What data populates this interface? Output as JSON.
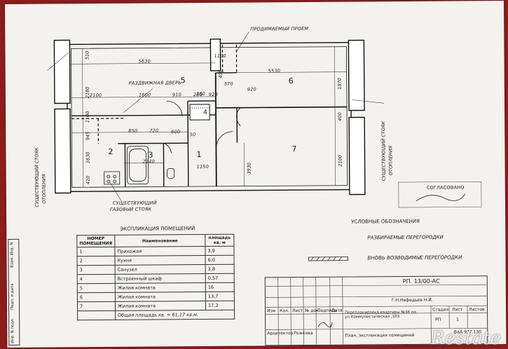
{
  "plan": {
    "label_passage": "ПРОДИМАЕМЫЙ ПРОЕМ",
    "label_sliding_door": "РАЗДВИЖНАЯ ДВЕРЬ",
    "label_riser_left": "СУЩЕСТВУЮЩИЙ СТОЯК",
    "label_riser_left_sub": "ОТОПЛЕНИЯ",
    "label_riser_right": "СУЩЕСТВУЮЩИЙ СТОЯК",
    "label_riser_right_sub": "ОТОПЛЕНИЯ",
    "label_gas": "СУЩЕСТВУЮЩИЙ",
    "label_gas_sub": "ГАЗОВЫЙ СТОЯК",
    "stamp_text": "СОГЛАСОВАНО",
    "dims_top": [
      "5630",
      "1100",
      "5530"
    ],
    "dims_mid": [
      "2100",
      "1600",
      "910",
      "250",
      "920",
      "570",
      "920"
    ],
    "dims_small": [
      "2240",
      "850",
      "720",
      "600",
      "150",
      "260",
      "1150"
    ],
    "dims_vertical": [
      "510",
      "2180",
      "1100",
      "945",
      "1630",
      "2100",
      "3930",
      "1870",
      "410",
      "400",
      "400"
    ],
    "rooms": [
      "1",
      "2",
      "3",
      "4",
      "5",
      "6",
      "7"
    ]
  },
  "legend": {
    "title": "УСЛОВНЫЕ ОБОЗНАЧЕНИЯ",
    "item_removed": "РАЗБИРАЕМЫЕ ПЕРЕГОРОДКИ",
    "item_new": "ВНОВЬ ВОЗВОДИМЫЕ ПЕРЕГОРОДКИ"
  },
  "explication": {
    "title": "ЭКСПЛИКАЦИЯ ПОМЕЩЕНИЙ",
    "headers": [
      "НОМЕР ПОМЕЩЕНИЯ",
      "Наименование",
      "площадь кв. м"
    ],
    "rows": [
      {
        "num": "1",
        "name": "Прихожая",
        "area": "3,9"
      },
      {
        "num": "2",
        "name": "Кухня",
        "area": "6,0"
      },
      {
        "num": "3",
        "name": "Санузел",
        "area": "3,8"
      },
      {
        "num": "4",
        "name": "Встроенный шкаф",
        "area": "0,57"
      },
      {
        "num": "5",
        "name": "Жилая комната",
        "area": "16"
      },
      {
        "num": "6",
        "name": "Жилая комната",
        "area": "13,7"
      },
      {
        "num": "7",
        "name": "Жилая комната",
        "area": "17,2"
      }
    ],
    "total": "Общая площадь кв. = 61,17 кв.м."
  },
  "titleblock": {
    "code": "РП. 13/00-АС",
    "author_line": "Г.Н.Нефедьев Н.И.",
    "cols": [
      "Изм",
      "Кол.",
      "Лист",
      "№ док.",
      "Подпись",
      "Дата"
    ],
    "project": "Перепланировка квартиры №36  по ул.Коммунистическая ,103",
    "stage_head": "Стадия",
    "sheet_head": "Лист",
    "sheets_head": "Листов",
    "stage": "РП",
    "sheet": "1",
    "architect_label": "Архитектор",
    "architect_name": "Рожкова",
    "drawing_name": "План, экспликация помещений",
    "sheet_code": "фаА 977.130"
  },
  "side_stamp": {
    "inv_label": "Взам. Инв. N",
    "sign_label": "Подп. и дата",
    "inv_orig_label": "Инв. N подл."
  },
  "watermark": "Restate"
}
